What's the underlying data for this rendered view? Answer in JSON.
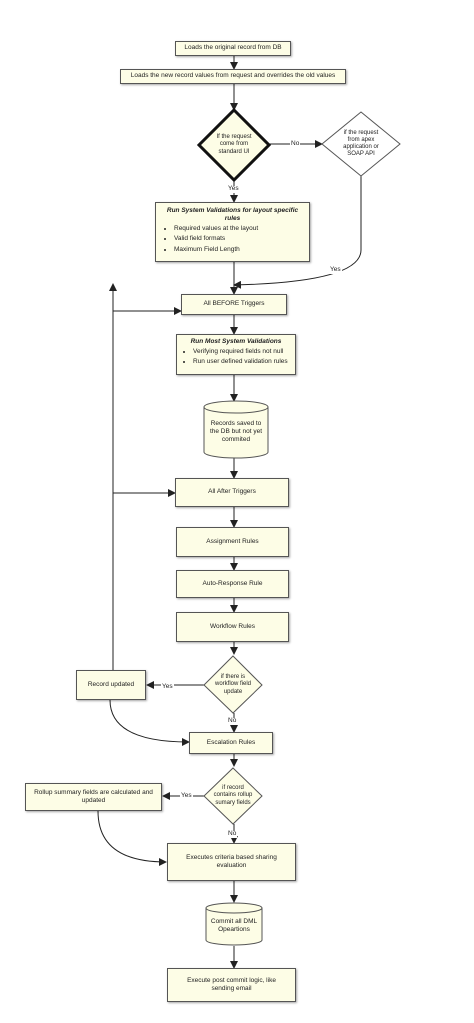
{
  "boxes": {
    "load_original": "Loads the original record from DB",
    "load_new": "Loads the new record values from request and overrides the old values",
    "sys_val_header": "Run System Validations for layout specific rules",
    "sys_val_items": [
      "Required values at the layout",
      "Valid field formats",
      "Maximum Field Length"
    ],
    "before_triggers": "All BEFORE Triggers",
    "most_val_header": "Run Most System Validations",
    "most_val_items": [
      "Verifying required fields not null",
      "Run user defined validation rules"
    ],
    "after_triggers": "All After Triggers",
    "assignment": "Assignment Rules",
    "autoresponse": "Auto-Response Rule",
    "workflow": "Workflow Rules",
    "record_updated": "Record updated",
    "escalation": "Escalation Rules",
    "rollup": "Rollup summary fields are calculated and updated",
    "sharing": "Executes criteria based sharing evaluation",
    "post_commit": "Execute post commit logic, like sending email"
  },
  "decisions": {
    "standard_ui": "If the request come from standard UI",
    "apex_soap": "if the request from apex application or SOAP API",
    "workflow_update": "if there is workflow field update",
    "rollup_fields": "if record contains rollup sumary fields"
  },
  "cylinders": {
    "saved_not_committed": "Records saved to the DB but not yet commited",
    "commit_dml": "Commit all DML Opeartions"
  },
  "edge_labels": {
    "no_1": "No",
    "yes_1": "Yes",
    "yes_2": "Yes",
    "yes_3": "Yes",
    "no_2": "No",
    "yes_4": "Yes",
    "no_3": "No"
  }
}
